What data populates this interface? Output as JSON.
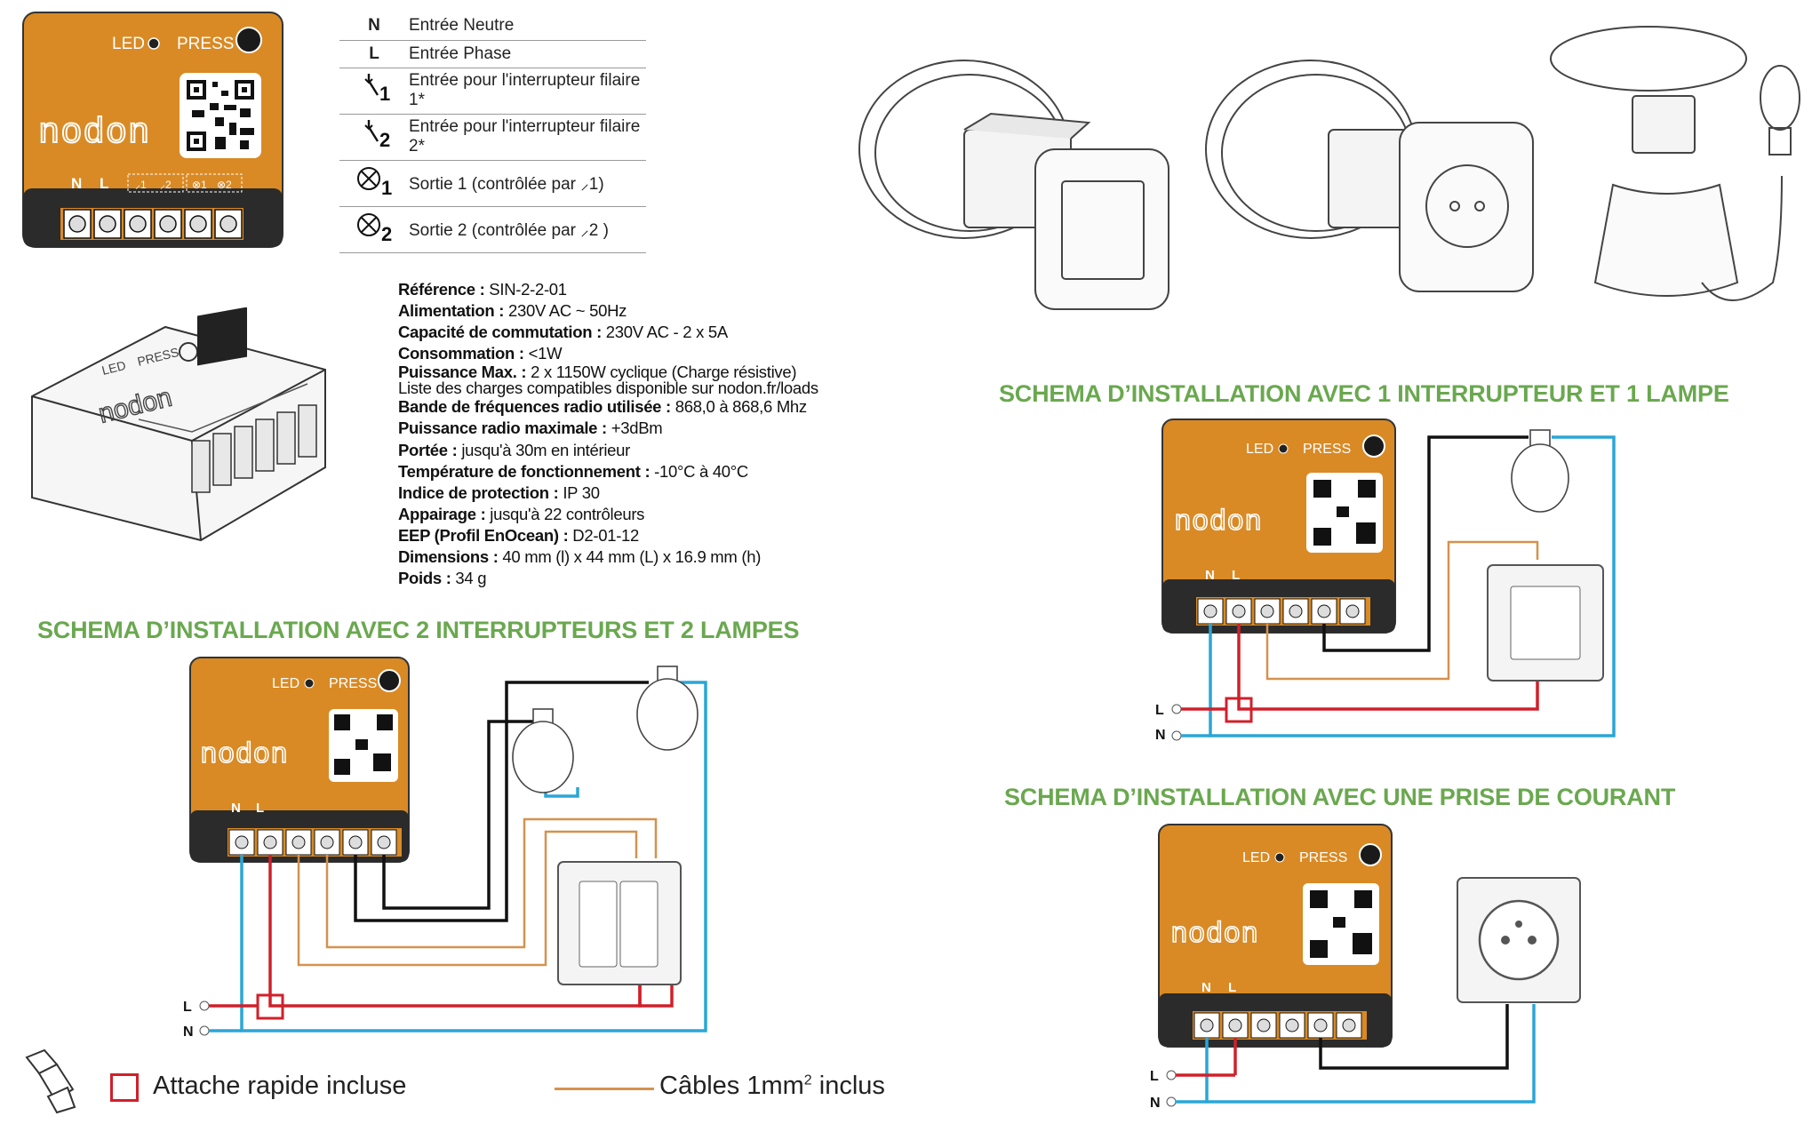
{
  "module": {
    "led_label": "LED",
    "press_label": "PRESS",
    "brand": "nodon",
    "terminals": [
      "N",
      "L"
    ]
  },
  "legend_table": [
    {
      "symbol": "N",
      "text": "Entrée Neutre"
    },
    {
      "symbol": "L",
      "text": "Entrée Phase"
    },
    {
      "symbol": "switch1",
      "text": "Entrée pour l'interrupteur filaire 1*"
    },
    {
      "symbol": "switch2",
      "text": "Entrée pour l'interrupteur filaire 2*"
    },
    {
      "symbol": "lamp1",
      "text": "Sortie 1 (contrôlée par"
    },
    {
      "symbol": "lamp2",
      "text": "Sortie 2 (contrôlée par"
    }
  ],
  "specs": [
    {
      "label": "Référence :",
      "value": " SIN-2-2-01"
    },
    {
      "label": "Alimentation :",
      "value": " 230V AC ~ 50Hz"
    },
    {
      "label": "Capacité de commutation :",
      "value": " 230V AC - 2 x 5A"
    },
    {
      "label": "Consommation :",
      "value": " <1W"
    },
    {
      "label": "Puissance Max. :",
      "value": " 2 x 1150W cyclique (Charge résistive)"
    },
    {
      "label": "",
      "value": "Liste des charges compatibles disponible sur nodon.fr/loads"
    },
    {
      "label": "Bande de fréquences radio utilisée :",
      "value": " 868,0 à 868,6 Mhz"
    },
    {
      "label": "Puissance radio maximale :",
      "value": " +3dBm"
    },
    {
      "label": "Portée :",
      "value": " jusqu'à 30m en intérieur"
    },
    {
      "label": "Température de fonctionnement :",
      "value": " -10°C à 40°C"
    },
    {
      "label": "Indice de protection :",
      "value": " IP 30"
    },
    {
      "label": "Appairage :",
      "value": " jusqu'à 22 contrôleurs"
    },
    {
      "label": "EEP (Profil EnOcean) :",
      "value": " D2-01-12"
    },
    {
      "label": "Dimensions :",
      "value": " 40 mm (l) x 44 mm (L) x 16.9 mm (h)"
    },
    {
      "label": "Poids :",
      "value": " 34 g"
    }
  ],
  "titles": {
    "two_switches": "SCHEMA D’INSTALLATION AVEC 2 INTERRUPTEURS ET 2 LAMPES",
    "one_switch": "SCHEMA D’INSTALLATION AVEC 1 INTERRUPTEUR ET 1 LAMPE",
    "outlet": "SCHEMA D’INSTALLATION AVEC UNE PRISE DE COURANT"
  },
  "wire_labels": {
    "L": "L",
    "N": "N"
  },
  "bottom_legend": {
    "quick_connector": "Attache rapide incluse",
    "cables": "Câbles 1mm",
    "cables_sup": "2",
    "cables_suffix": " inclus"
  },
  "colors": {
    "module_orange": "#d98a25",
    "title_green": "#6aa84f",
    "wire_red": "#d0202a",
    "wire_blue": "#2aa6d6",
    "wire_black": "#111111",
    "wire_orange": "#d4924f"
  }
}
